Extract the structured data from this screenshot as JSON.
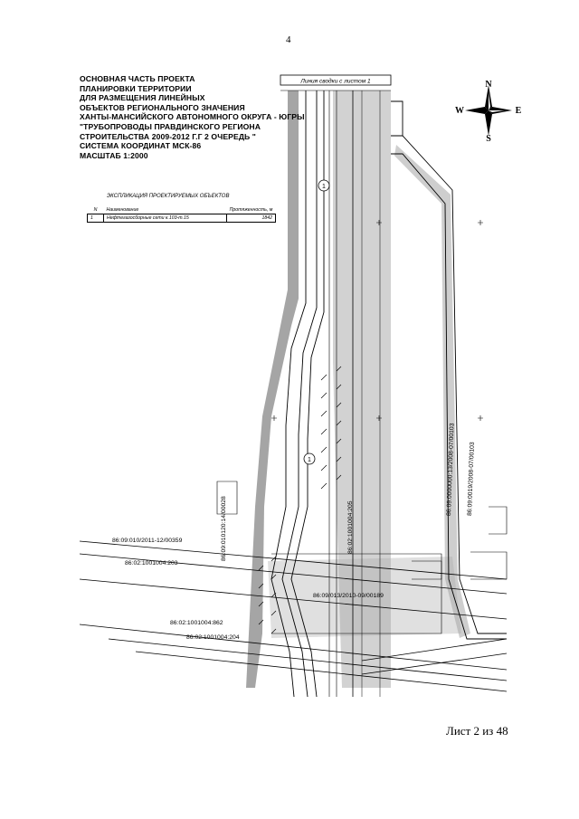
{
  "page_number": "4",
  "title_lines": [
    "ОСНОВНАЯ ЧАСТЬ ПРОЕКТА",
    "ПЛАНИРОВКИ ТЕРРИТОРИИ",
    "ДЛЯ РАЗМЕЩЕНИЯ ЛИНЕЙНЫХ",
    "ОБЪЕКТОВ РЕГИОНАЛЬНОГО ЗНАЧЕНИЯ",
    "ХАНТЫ-МАНСИЙСКОГО АВТОНОМНОГО ОКРУГА - ЮГРЫ",
    "\"ТРУБОПРОВОДЫ ПРАВДИНСКОГО РЕГИОНА",
    " СТРОИТЕЛЬСТВА 2009-2012 Г.Г 2 ОЧЕРЕДЬ \"",
    "СИСТЕМА КООРДИНАТ МСК-86",
    "МАСШТАБ 1:2000"
  ],
  "legend_table": {
    "caption": "ЭКСПЛИКАЦИЯ ПРОЕКТИРУЕМЫХ ОБЪЕКТОВ",
    "headers": [
      "N",
      "Наименование",
      "Протяженность, м"
    ],
    "rows": [
      [
        "1",
        "Нефтегазосборные сети к.103-т.15",
        "1842"
      ]
    ]
  },
  "match_line_label": "Линия сводки с листом 1",
  "compass": {
    "north": "N",
    "south": "S",
    "east": "E",
    "west": "W"
  },
  "cadastral_labels": [
    "86:09:0000000:13/2008-07/00103",
    "86:09:0019/2008-07/00103",
    "86:02:1001004:205",
    "86:09:010/2011-12/00359",
    "86:09:010120:14/00028",
    "86:02:1001004:203",
    "86:09/013/2010-09/00189",
    "86:02:1001004:862",
    "86:02:1001004:204"
  ],
  "markers": [
    "1",
    "1"
  ],
  "sheet_label": "Лист 2 из 48"
}
